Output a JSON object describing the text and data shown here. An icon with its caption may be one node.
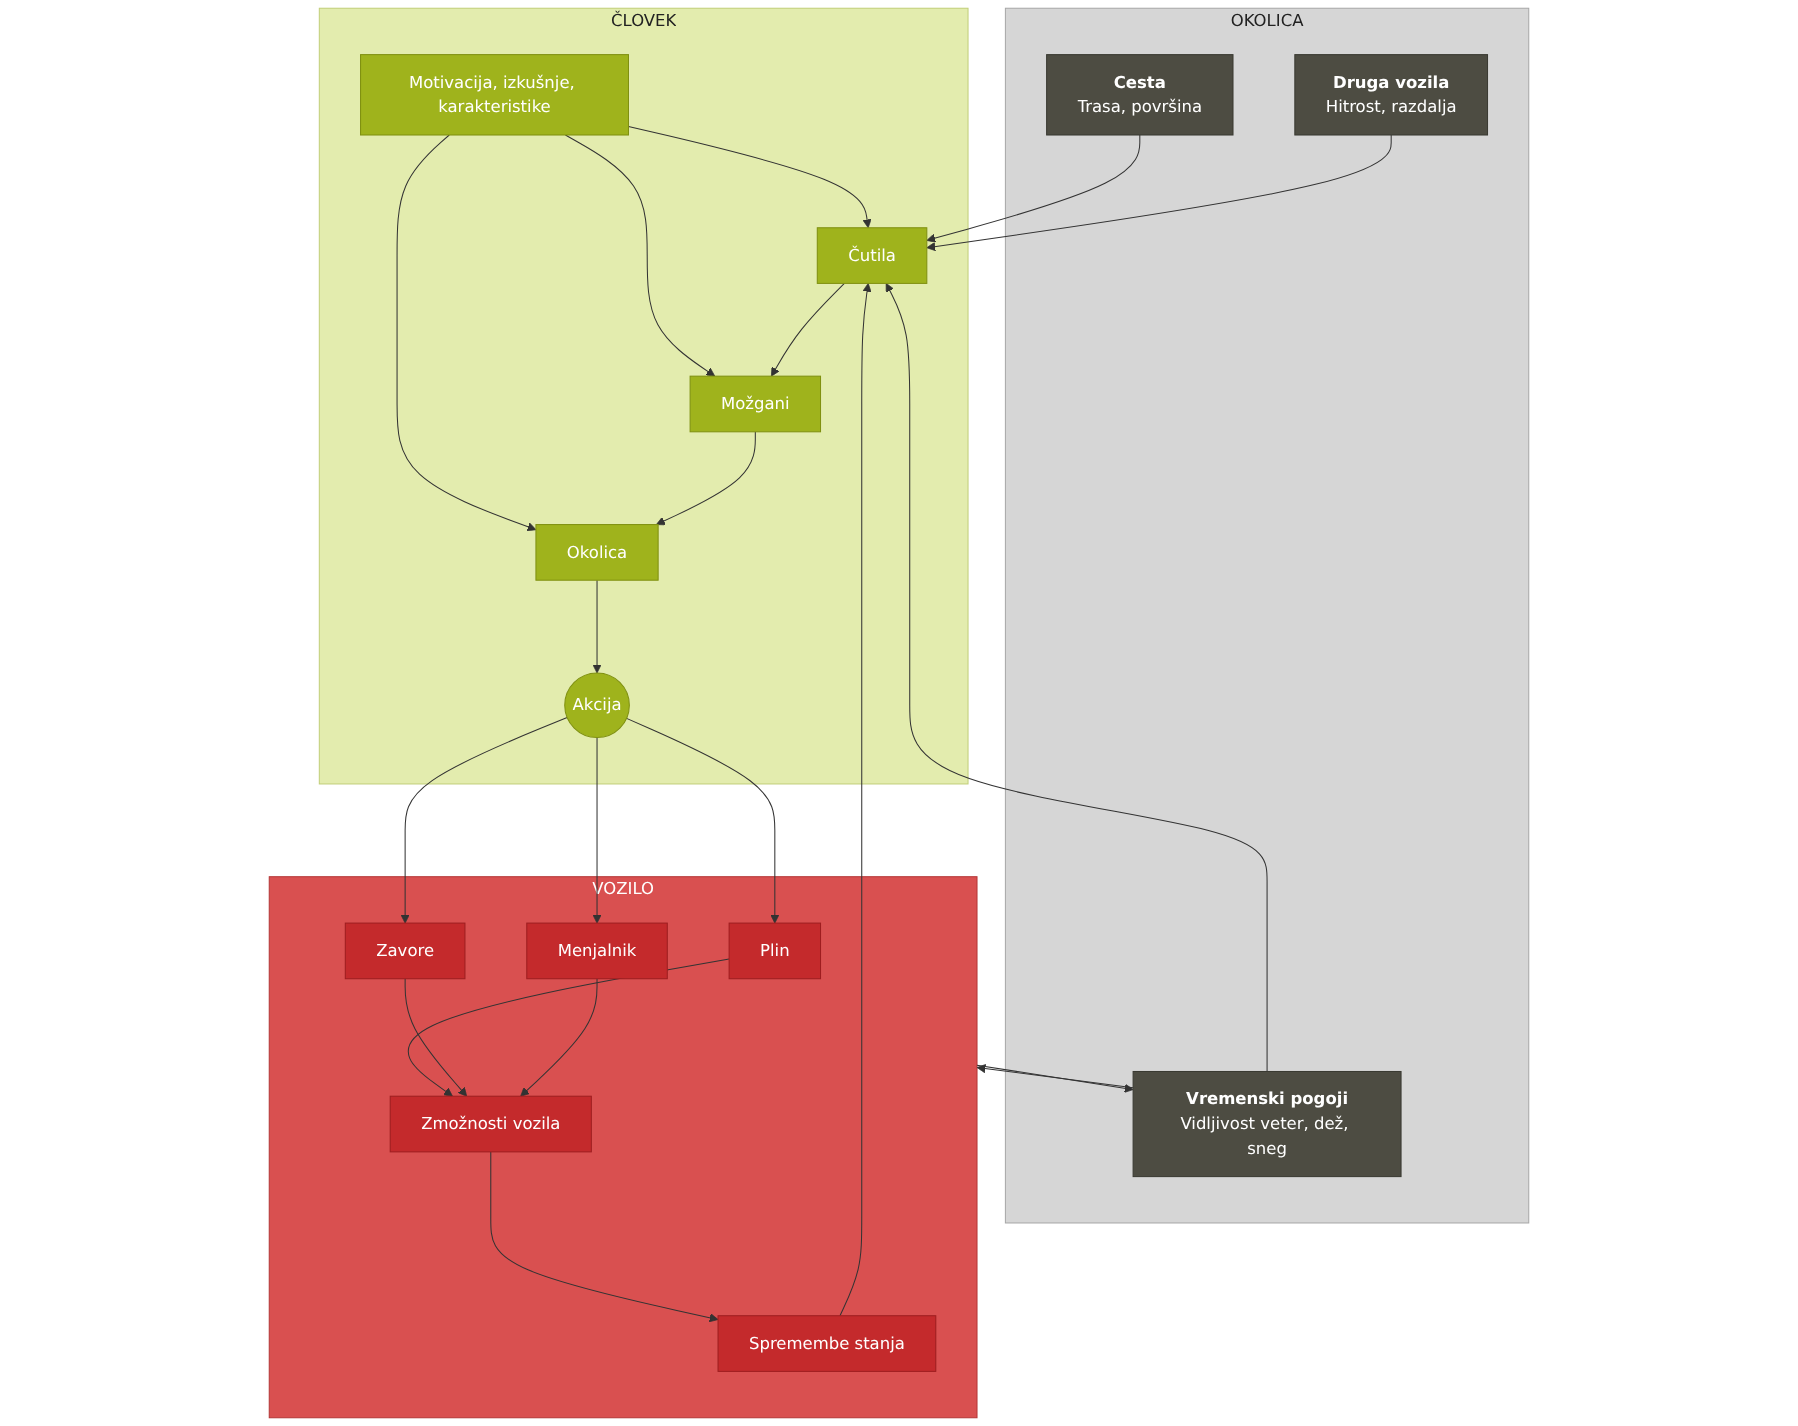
{
  "diagram": {
    "nodes": [
      {
        "text": [
          "OKOLICA"
        ]
      },
      {
        "text": [
          "Cesta",
          "Trasa, površina"
        ],
        "in": 0
      },
      {
        "text": [
          "Druga vozila",
          "Hitrost, razdalja"
        ],
        "in": 0
      },
      {
        "text": [
          "Vremenski pogoji",
          "Vidljivost veter, dež, sneg"
        ],
        "in": 0
      },
      {
        "text": [
          "ČLOVEK"
        ]
      },
      {
        "text": [
          "Motivacija, izkušnje, karakteristike"
        ],
        "in": 4
      },
      {
        "text": [
          "Čutila"
        ],
        "in": 4
      },
      {
        "text": [
          "Možgani"
        ],
        "in": 4
      },
      {
        "text": [
          "Okolica"
        ],
        "in": 4
      },
      {
        "text": [
          "Akcija"
        ],
        "in": 4
      },
      {
        "text": [
          "VOZILO"
        ]
      },
      {
        "text": [
          "Plin"
        ],
        "in": 10
      },
      {
        "text": [
          "Zavore"
        ],
        "in": 10
      },
      {
        "text": [
          "Menjalnik"
        ],
        "in": 10
      },
      {
        "text": [
          "Zmožnosti vozila"
        ],
        "in": 10
      },
      {
        "text": [
          "Spremembe stanja"
        ],
        "in": 10
      }
    ],
    "edges": [
      {
        "from": 1,
        "to": 6,
        "arrow": "to"
      },
      {
        "from": 2,
        "to": 6,
        "arrow": "to"
      },
      {
        "from": 3,
        "to": 6,
        "arrow": "to"
      },
      {
        "from": 15,
        "to": 6,
        "arrow": "to"
      },
      {
        "from": 5,
        "to": 6,
        "arrow": "to"
      },
      {
        "from": 5,
        "to": 7,
        "arrow": "to"
      },
      {
        "from": 5,
        "to": 8,
        "arrow": "to"
      },
      {
        "from": 6,
        "to": 7,
        "arrow": "to"
      },
      {
        "from": 7,
        "to": 8,
        "arrow": "to"
      },
      {
        "from": 8,
        "to": 9,
        "arrow": "to"
      },
      {
        "from": 9,
        "to": 11,
        "arrow": "to"
      },
      {
        "from": 9,
        "to": 12,
        "arrow": "to"
      },
      {
        "from": 9,
        "to": 13,
        "arrow": "to"
      },
      {
        "from": 11,
        "to": 14,
        "arrow": "to"
      },
      {
        "from": 12,
        "to": 14,
        "arrow": "to"
      },
      {
        "from": 13,
        "to": 14,
        "arrow": "to"
      },
      {
        "from": 14,
        "to": 15,
        "arrow": "to"
      },
      {
        "from": 3,
        "to": 10,
        "arrow": "to"
      },
      {
        "from": 10,
        "to": 3,
        "arrow": "to"
      }
    ]
  }
}
